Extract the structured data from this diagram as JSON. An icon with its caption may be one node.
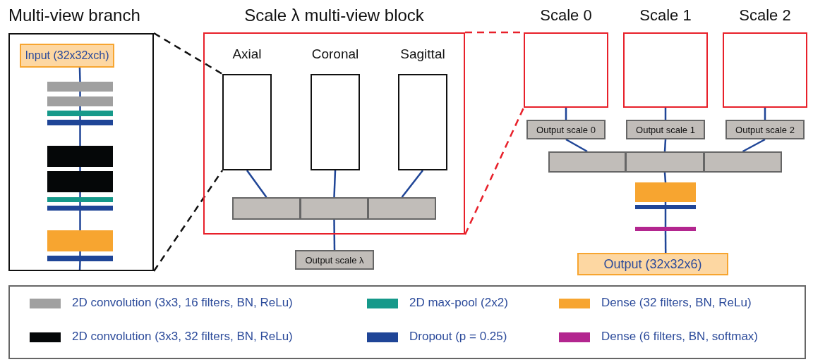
{
  "diagram": {
    "nodes": [
      {
        "text": [
          "Multi-view branch"
        ]
      },
      {
        "text": [
          "Input (32x32xch)"
        ],
        "in": 0
      },
      {
        "text": [],
        "shape": "bar",
        "in": 0
      },
      {
        "text": [],
        "shape": "bar",
        "in": 0
      },
      {
        "text": [],
        "shape": "bar",
        "in": 0
      },
      {
        "text": [],
        "shape": "bar",
        "in": 0
      },
      {
        "text": [],
        "shape": "bar",
        "in": 0
      },
      {
        "text": [],
        "shape": "bar",
        "in": 0
      },
      {
        "text": [],
        "shape": "bar",
        "in": 0
      },
      {
        "text": [],
        "shape": "bar",
        "in": 0
      },
      {
        "text": [],
        "shape": "bar",
        "in": 0
      },
      {
        "text": [],
        "shape": "bar",
        "in": 0
      },
      {
        "text": [
          "Scale λ multi-view block"
        ]
      },
      {
        "text": [
          "Axial"
        ],
        "in": 12
      },
      {
        "text": [
          "Coronal"
        ],
        "in": 12
      },
      {
        "text": [
          "Sagittal"
        ],
        "in": 12
      },
      {
        "text": [],
        "shape": "box",
        "in": 12
      },
      {
        "text": [],
        "shape": "box",
        "in": 12
      },
      {
        "text": [],
        "shape": "box",
        "in": 12
      },
      {
        "text": [
          "Output scale λ"
        ]
      },
      {
        "text": [
          "Scale 0"
        ]
      },
      {
        "text": [
          "Scale 1"
        ]
      },
      {
        "text": [
          "Scale 2"
        ]
      },
      {
        "text": [
          "Output scale 0"
        ]
      },
      {
        "text": [
          "Output scale 1"
        ]
      },
      {
        "text": [
          "Output scale 2"
        ]
      },
      {
        "text": [],
        "shape": "box"
      },
      {
        "text": [],
        "shape": "box"
      },
      {
        "text": [],
        "shape": "box"
      },
      {
        "text": [],
        "shape": "bar"
      },
      {
        "text": [],
        "shape": "bar"
      },
      {
        "text": [],
        "shape": "bar"
      },
      {
        "text": [
          "Output (32x32x6)"
        ]
      }
    ],
    "edges": [
      {
        "from": 1,
        "to": 2,
        "arrow": "none"
      },
      {
        "from": 2,
        "to": 3,
        "arrow": "none"
      },
      {
        "from": 3,
        "to": 4,
        "arrow": "none"
      },
      {
        "from": 4,
        "to": 5,
        "arrow": "none"
      },
      {
        "from": 5,
        "to": 6,
        "arrow": "none"
      },
      {
        "from": 6,
        "to": 7,
        "arrow": "none"
      },
      {
        "from": 7,
        "to": 8,
        "arrow": "none"
      },
      {
        "from": 8,
        "to": 9,
        "arrow": "none"
      },
      {
        "from": 9,
        "to": 10,
        "arrow": "none"
      },
      {
        "from": 10,
        "to": 11,
        "arrow": "none"
      },
      {
        "from": 11,
        "to": null,
        "arrow": "none"
      },
      {
        "from": 0,
        "to": 13,
        "arrow": "none",
        "style": "dashed",
        "color": "#111111"
      },
      {
        "from": 0,
        "to": 13,
        "arrow": "none",
        "style": "dashed",
        "color": "#111111"
      },
      {
        "from": 13,
        "to": 16,
        "arrow": "none"
      },
      {
        "from": 14,
        "to": 17,
        "arrow": "none"
      },
      {
        "from": 15,
        "to": 18,
        "arrow": "none"
      },
      {
        "from": 17,
        "to": 19,
        "arrow": "none"
      },
      {
        "from": 12,
        "to": 20,
        "arrow": "none",
        "style": "dashed",
        "color": "#e8202a"
      },
      {
        "from": 12,
        "to": 20,
        "arrow": "none",
        "style": "dashed",
        "color": "#e8202a"
      },
      {
        "from": 20,
        "to": 23,
        "arrow": "none"
      },
      {
        "from": 21,
        "to": 24,
        "arrow": "none"
      },
      {
        "from": 22,
        "to": 25,
        "arrow": "none"
      },
      {
        "from": 23,
        "to": 26,
        "arrow": "none"
      },
      {
        "from": 24,
        "to": 27,
        "arrow": "none"
      },
      {
        "from": 25,
        "to": 28,
        "arrow": "none"
      },
      {
        "from": 27,
        "to": 29,
        "arrow": "none"
      },
      {
        "from": 29,
        "to": 30,
        "arrow": "none"
      },
      {
        "from": 30,
        "to": 31,
        "arrow": "none"
      },
      {
        "from": 31,
        "to": 32,
        "arrow": "none"
      }
    ],
    "legend": [
      {
        "text": "2D convolution (3x3, 16 filters, BN, ReLu)",
        "color": "#a0a0a0"
      },
      {
        "text": "2D max-pool (2x2)",
        "color": "#16998a"
      },
      {
        "text": "Dense (32 filters, BN, ReLu)",
        "color": "#f7a530"
      },
      {
        "text": "2D convolution (3x3, 32 filters, BN, ReLu)",
        "color": "#050708"
      },
      {
        "text": "Dropout (p = 0.25)",
        "color": "#1f4597"
      },
      {
        "text": "Dense (6 filters, BN, softmax)",
        "color": "#b3268f"
      }
    ]
  }
}
